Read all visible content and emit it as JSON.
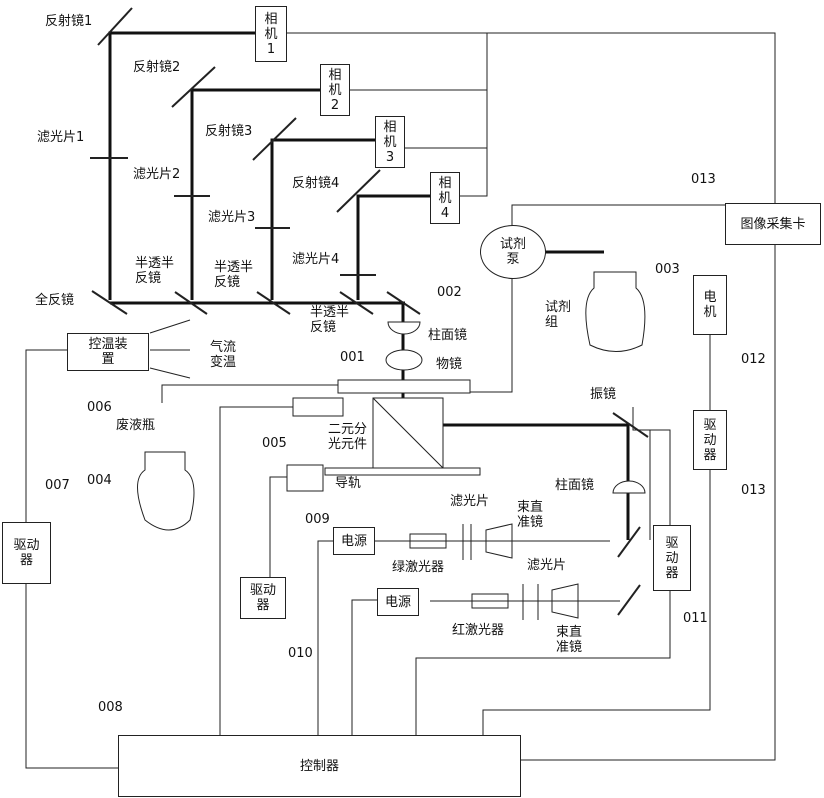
{
  "labels": {
    "mirror1": "反射镜1",
    "mirror2": "反射镜2",
    "mirror3": "反射镜3",
    "mirror4": "反射镜4",
    "filter1": "滤光片1",
    "filter2": "滤光片2",
    "filter3": "滤光片3",
    "filter4": "滤光片4",
    "full_mirror": "全反镜",
    "half_mirror_a": "半透半\n反镜",
    "half_mirror_b": "半透半\n反镜",
    "half_mirror_c": "半透半\n反镜",
    "cyl_lens_top": "柱面镜",
    "objective": "物镜",
    "airflow": "气流\n变温",
    "waste_bottle": "废液瓶",
    "dichroic": "二元分\n光元件",
    "guide_rail": "导轨",
    "galvo": "振镜",
    "cyl_lens_right": "柱面镜",
    "filter_green": "滤光片",
    "collimator_green": "束直\n准镜",
    "green_laser": "绿激光器",
    "filter_red": "滤光片",
    "red_laser": "红激光器",
    "collimator_red": "束直\n准镜",
    "reagent_group": "试剂\n组"
  },
  "boxes": {
    "camera1": "相\n机\n1",
    "camera2": "相\n机\n2",
    "camera3": "相\n机\n3",
    "camera4": "相\n机\n4",
    "image_card": "图像采集卡",
    "motor": "电\n机",
    "driver_013": "驱\n动\n器",
    "driver_011": "驱\n动\n器",
    "driver_010": "驱动\n器",
    "driver_007": "驱动\n器",
    "temp_device": "控温装\n置",
    "power_green": "电源",
    "power_red": "电源",
    "controller": "控制器",
    "reagent_pump": "试剂\n泵"
  },
  "refs": {
    "r001": "001",
    "r002": "002",
    "r003": "003",
    "r004": "004",
    "r005": "005",
    "r006": "006",
    "r007": "007",
    "r008": "008",
    "r009": "009",
    "r010": "010",
    "r011": "011",
    "r012": "012",
    "r013a": "013",
    "r013b": "013"
  }
}
